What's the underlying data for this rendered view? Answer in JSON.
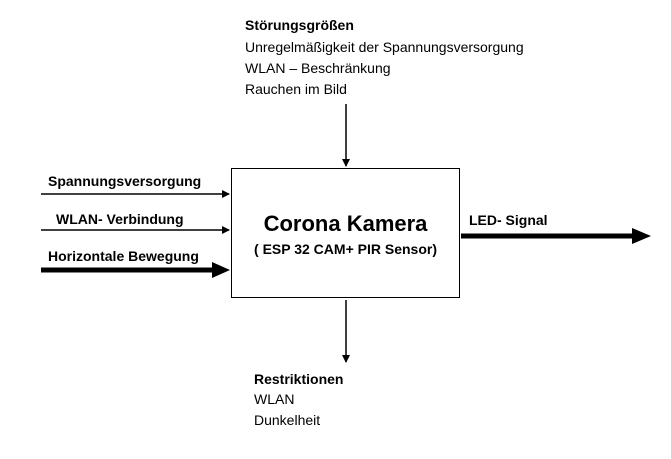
{
  "disturbances": {
    "heading": "Störungsgrößen",
    "items": [
      "Unregelmäßigkeit der Spannungsversorgung",
      "WLAN – Beschränkung",
      "Rauchen im Bild"
    ]
  },
  "inputs": [
    "Spannungsversorgung",
    "WLAN- Verbindung",
    "Horizontale Bewegung"
  ],
  "system": {
    "title": "Corona Kamera",
    "subtitle": "( ESP 32 CAM+ PIR Sensor)"
  },
  "output": "LED- Signal",
  "restrictions": {
    "heading": "Restriktionen",
    "items": [
      "WLAN",
      "Dunkelheit"
    ]
  }
}
